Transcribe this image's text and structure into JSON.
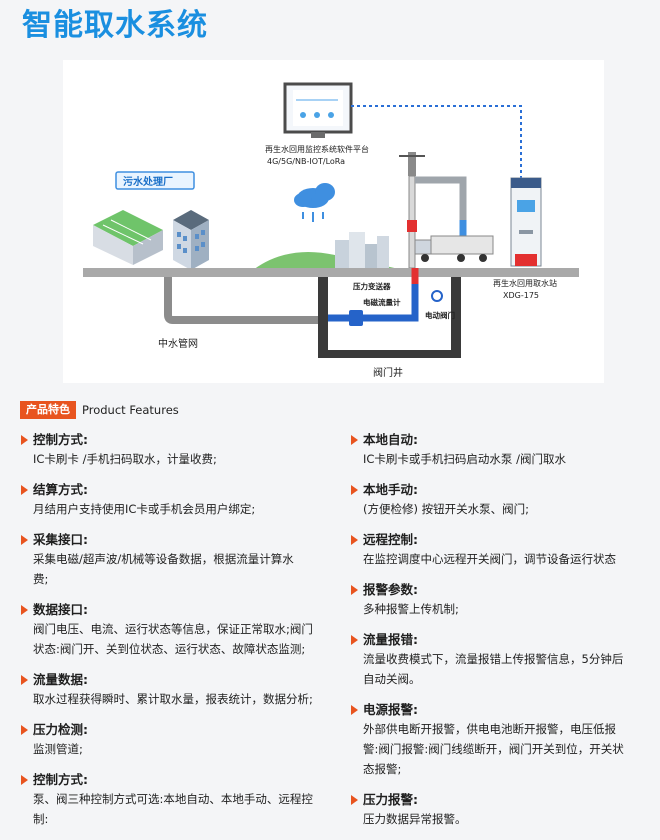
{
  "title": "智能取水系统",
  "diagram": {
    "platform_label_1": "再生水回用监控系统软件平台",
    "platform_label_2": "4G/5G/NB-IOT/LoRa",
    "sewage_plant": "污水处理厂",
    "pressure_transmitter": "压力变送器",
    "em_flowmeter": "电磁流量计",
    "electric_valve": "电动阀门",
    "station_label_1": "再生水回用取水站",
    "station_label_2": "XDG-175",
    "pipe_network": "中水管网",
    "valve_well": "阀门井",
    "colors": {
      "accent": "#1a8fe0",
      "orange": "#e8541f",
      "ground": "#a9a9a9",
      "pipe": "#2563c9"
    }
  },
  "section": {
    "badge": "产品特色",
    "badge_en": "Product Features"
  },
  "features_left": [
    {
      "title": "控制方式:",
      "lines": [
        "IC卡刷卡 /手机扫码取水，计量收费;"
      ]
    },
    {
      "title": "结算方式:",
      "lines": [
        "月结用户支持使用IC卡或手机会员用户绑定;"
      ]
    },
    {
      "title": "采集接口:",
      "lines": [
        "采集电磁/超声波/机械等设备数据，根据流量计算水",
        "费;"
      ]
    },
    {
      "title": "数据接口:",
      "lines": [
        "阀门电压、电流、运行状态等信息，保证正常取水;阀门",
        "状态:阀门开、关到位状态、运行状态、故障状态监测;"
      ]
    },
    {
      "title": "流量数据:",
      "lines": [
        "取水过程获得瞬时、累计取水量，报表统计，数据分析;"
      ]
    },
    {
      "title": "压力检测:",
      "lines": [
        "监测管道;"
      ]
    },
    {
      "title": "控制方式:",
      "lines": [
        "泵、阀三种控制方式可选:本地自动、本地手动、远程控",
        "制:"
      ]
    }
  ],
  "features_right": [
    {
      "title": "本地自动:",
      "lines": [
        "IC卡刷卡或手机扫码启动水泵 /阀门取水"
      ]
    },
    {
      "title": "本地手动:",
      "lines": [
        "(方便检修) 按钮开关水泵、阀门;"
      ]
    },
    {
      "title": "远程控制:",
      "lines": [
        "在监控调度中心远程开关阀门，调节设备运行状态"
      ]
    },
    {
      "title": "报警参数:",
      "lines": [
        "多种报警上传机制;"
      ]
    },
    {
      "title": "流量报错:",
      "lines": [
        "流量收费模式下，流量报错上传报警信息，5分钟后",
        "自动关阀。"
      ]
    },
    {
      "title": "电源报警:",
      "lines": [
        "外部供电断开报警，供电电池断开报警，电压低报",
        "警:阀门报警:阀门线缆断开，阀门开关到位，开关状",
        "态报警;"
      ]
    },
    {
      "title": "压力报警:",
      "lines": [
        "压力数据异常报警。"
      ]
    }
  ]
}
